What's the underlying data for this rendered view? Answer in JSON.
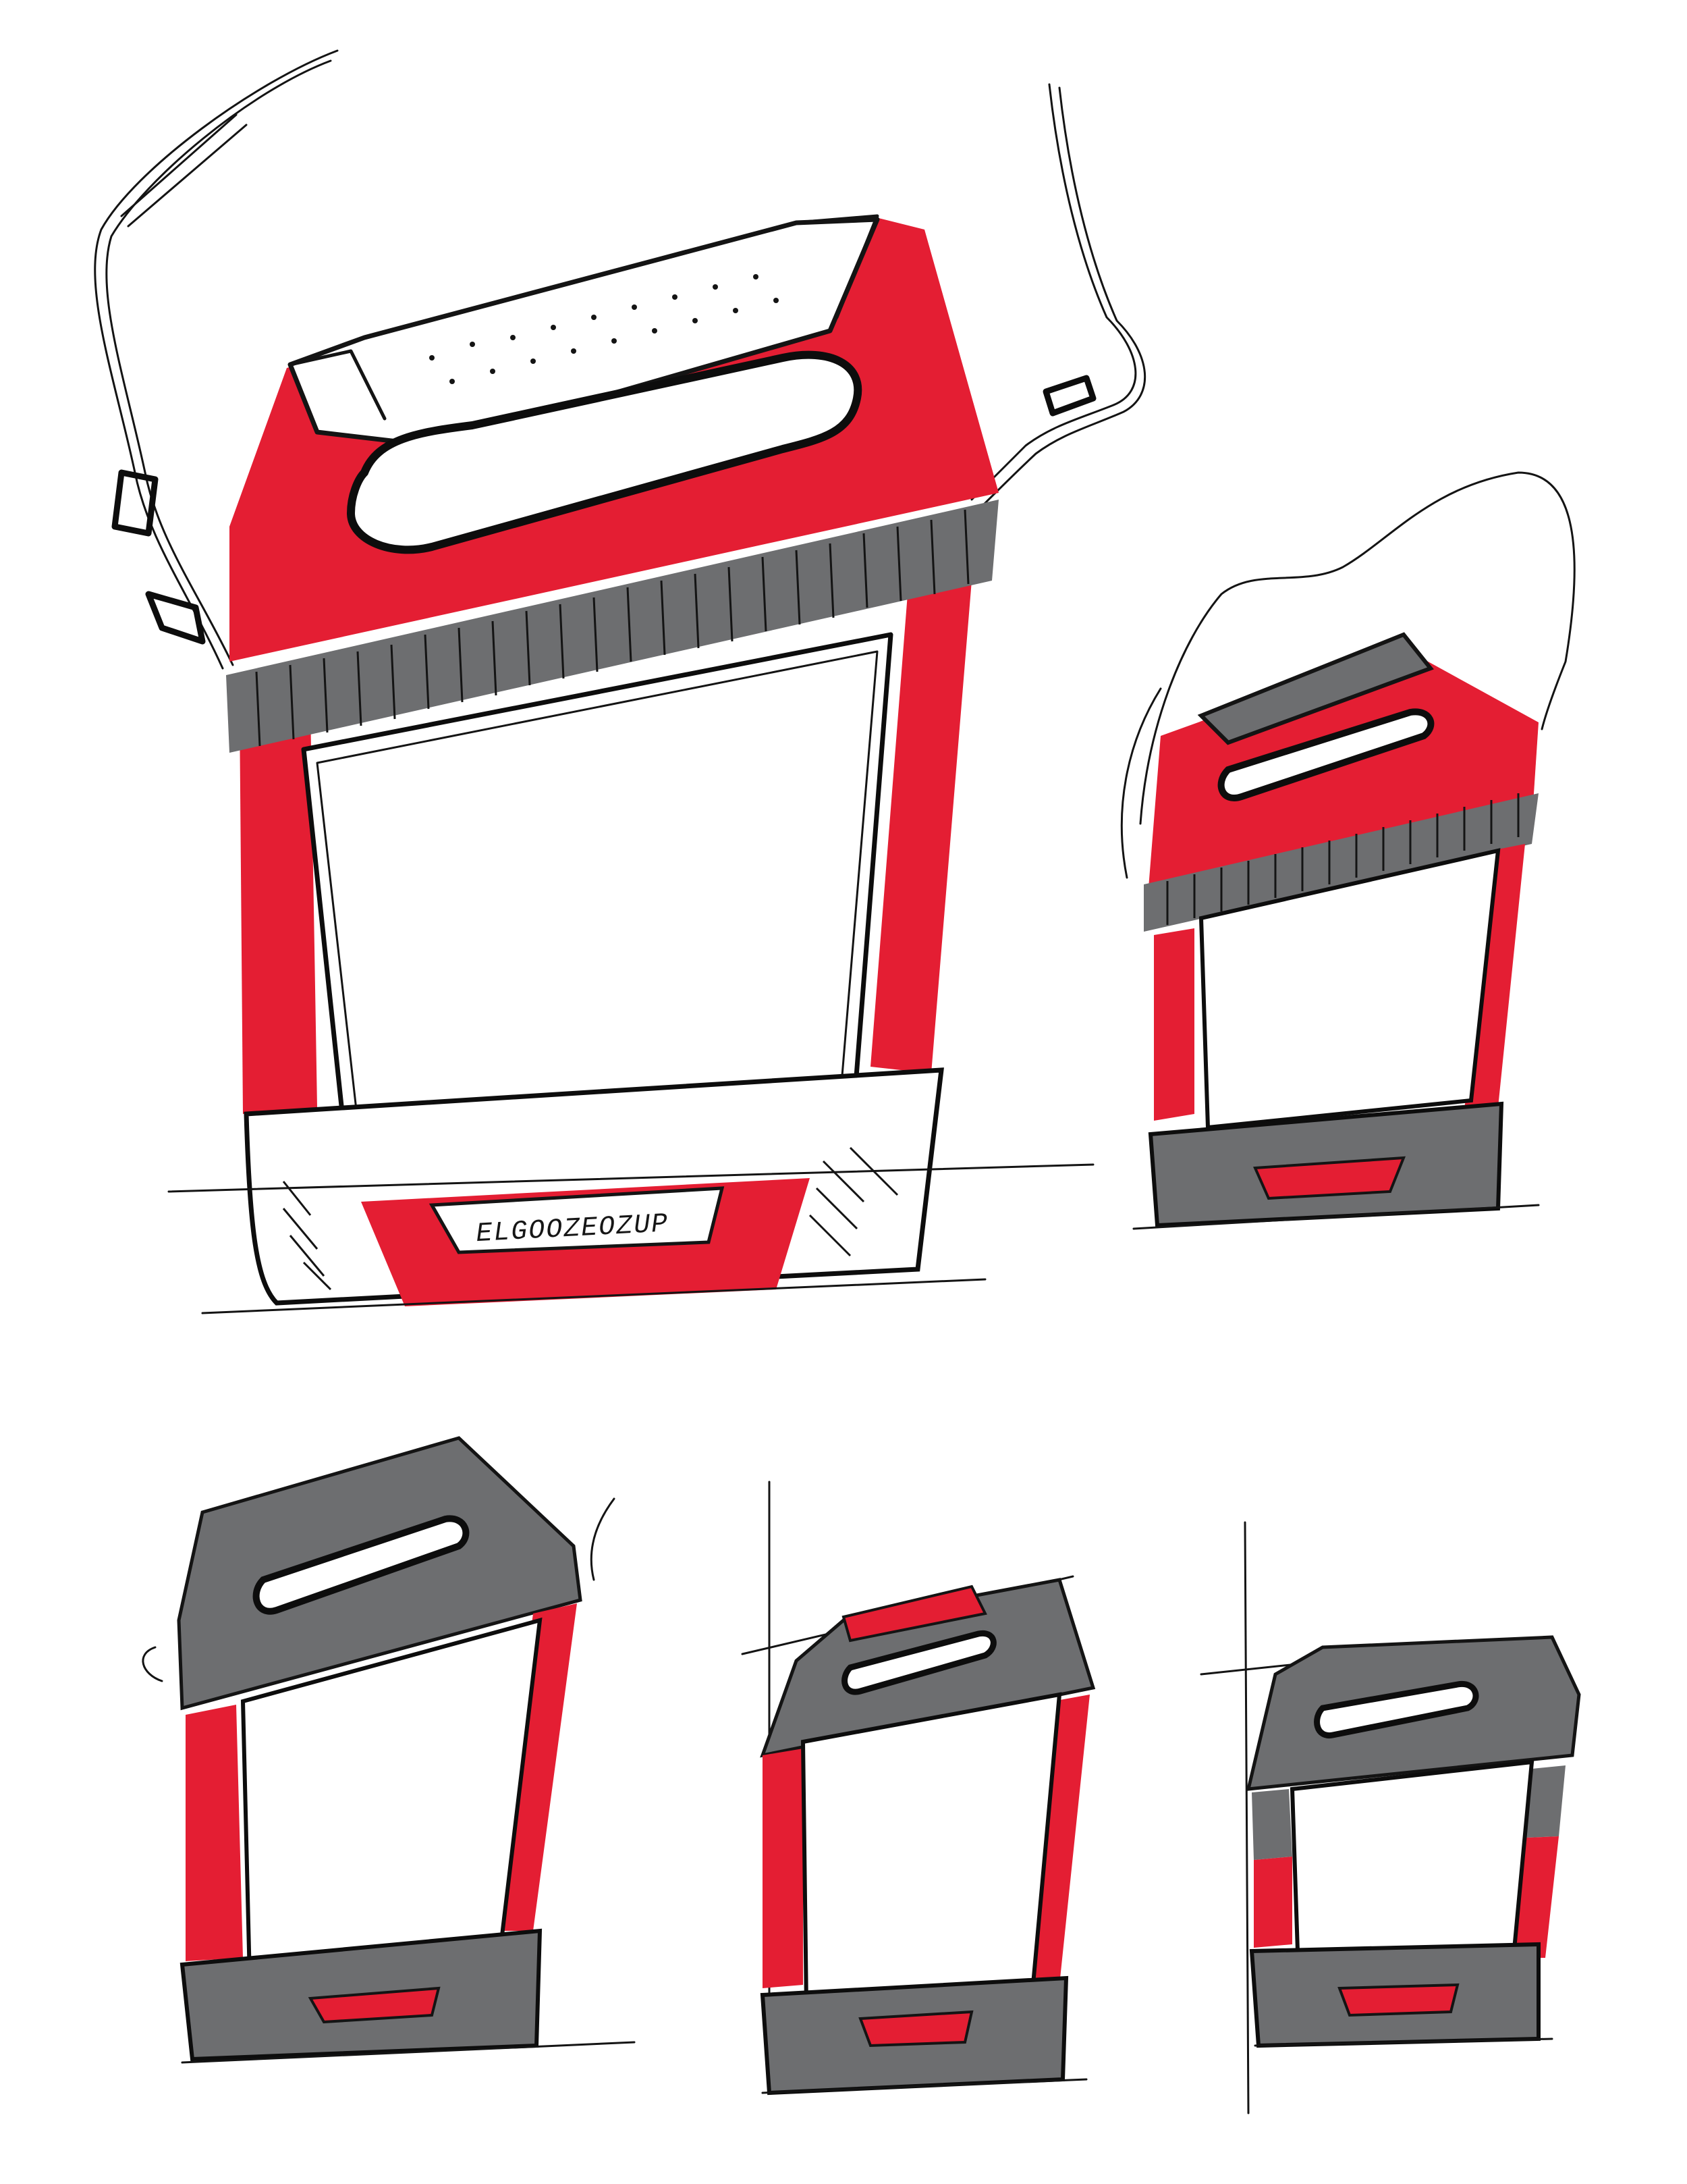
{
  "sheet": {
    "logo_text": "ELGOOZEOZUP"
  },
  "colors": {
    "paper": "#ffffff",
    "ink": "#141414",
    "red_marker": "#e41e33",
    "grey_marker": "#6d6e70",
    "light_grey": "#c8c8c8"
  },
  "sketches": [
    {
      "id": "large-red-cooler",
      "icon": "cooler-bag-sketch"
    },
    {
      "id": "small-red-cooler",
      "icon": "cooler-bag-sketch"
    },
    {
      "id": "grey-lid-cooler",
      "icon": "cooler-bag-sketch"
    },
    {
      "id": "grey-lid-red-handle-cooler",
      "icon": "cooler-bag-sketch"
    },
    {
      "id": "all-grey-cooler",
      "icon": "cooler-bag-sketch"
    }
  ]
}
